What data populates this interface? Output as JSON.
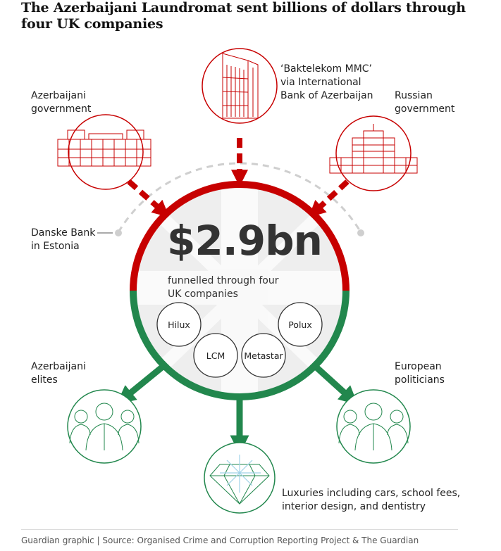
{
  "title": "The Azerbaijani Laundromat sent billions of dollars through four UK companies",
  "sources": {
    "baktelekom": {
      "line1": "‘Baktelekom MMC’",
      "line2": "via International",
      "line3": "Bank of Azerbaijan"
    },
    "azerbaijani_government": {
      "line1": "Azerbaijani",
      "line2": "government"
    },
    "russian_government": {
      "line1": "Russian",
      "line2": "government"
    },
    "danske_bank": {
      "line1": "Danske Bank",
      "line2": "in Estonia"
    }
  },
  "center": {
    "amount": "$2.9bn",
    "caption_line1": "funnelled through four",
    "caption_line2": "UK companies",
    "companies": [
      "Hilux",
      "Polux",
      "LCM",
      "Metastar"
    ]
  },
  "destinations": {
    "azerbaijani_elites": {
      "line1": "Azerbaijani",
      "line2": "elites"
    },
    "european_politicians": {
      "line1": "European",
      "line2": "politicians"
    },
    "luxuries": {
      "line1": "Luxuries including cars, school fees,",
      "line2": "interior design, and dentistry"
    }
  },
  "footer": {
    "source": "Guardian graphic | Source: Organised Crime and Corruption Reporting Project & The Guardian"
  },
  "colors": {
    "inflow_red": "#c70000",
    "outflow_green": "#22874d",
    "dashed_grey": "#cccccc",
    "circle_fill": "#eeeeee"
  }
}
